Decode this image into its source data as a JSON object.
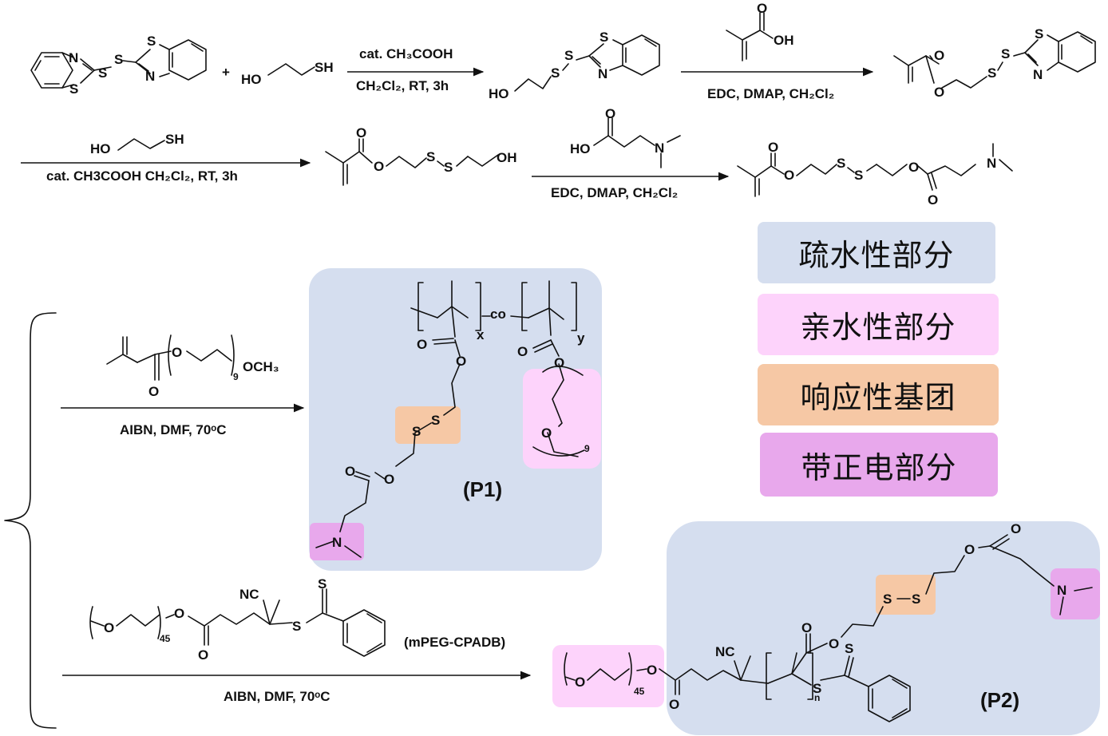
{
  "colors": {
    "hydrophobic": "#d5deef",
    "hydrophilic": "#fdd3fb",
    "responsive": "#f6c8a5",
    "positive": "#e8a8ec"
  },
  "legend": [
    {
      "label": "疏水性部分",
      "color_key": "hydrophobic"
    },
    {
      "label": "亲水性部分",
      "color_key": "hydrophilic"
    },
    {
      "label": "响应性基团",
      "color_key": "responsive"
    },
    {
      "label": "带正电部分",
      "color_key": "positive"
    }
  ],
  "step1": {
    "reagent": "HO",
    "reagent_sh": "SH",
    "cond_top": "cat. CH₃COOH",
    "cond_bottom": "CH₂Cl₂, RT, 3h",
    "plus": "+"
  },
  "step2": {
    "reagent_oh": "OH",
    "cond_bottom": "EDC, DMAP, CH₂Cl₂"
  },
  "step3": {
    "reagent_ho": "HO",
    "reagent_sh": "SH",
    "cond_bottom": "cat. CH3COOH  CH₂Cl₂, RT, 3h"
  },
  "step4": {
    "reagent_ho": "HO",
    "cond_bottom": "EDC, DMAP, CH₂Cl₂"
  },
  "route_a": {
    "monomer_sub": "9",
    "monomer_end": "OCH₃",
    "cond": "AIBN, DMF, 70ᵒC"
  },
  "route_b": {
    "raft_label": "(mPEG-CPADB)",
    "peg_sub": "45",
    "cond": "AIBN, DMF, 70ᵒC"
  },
  "p1": {
    "label": "(P1)",
    "co": "co",
    "x": "x",
    "y": "y",
    "peg_n": "9"
  },
  "p2": {
    "label": "(P2)",
    "peg_n": "45",
    "n": "n"
  },
  "atoms": {
    "S": "S",
    "N": "N",
    "O": "O",
    "NC": "NC",
    "OH": "OH",
    "HO": "HO"
  }
}
